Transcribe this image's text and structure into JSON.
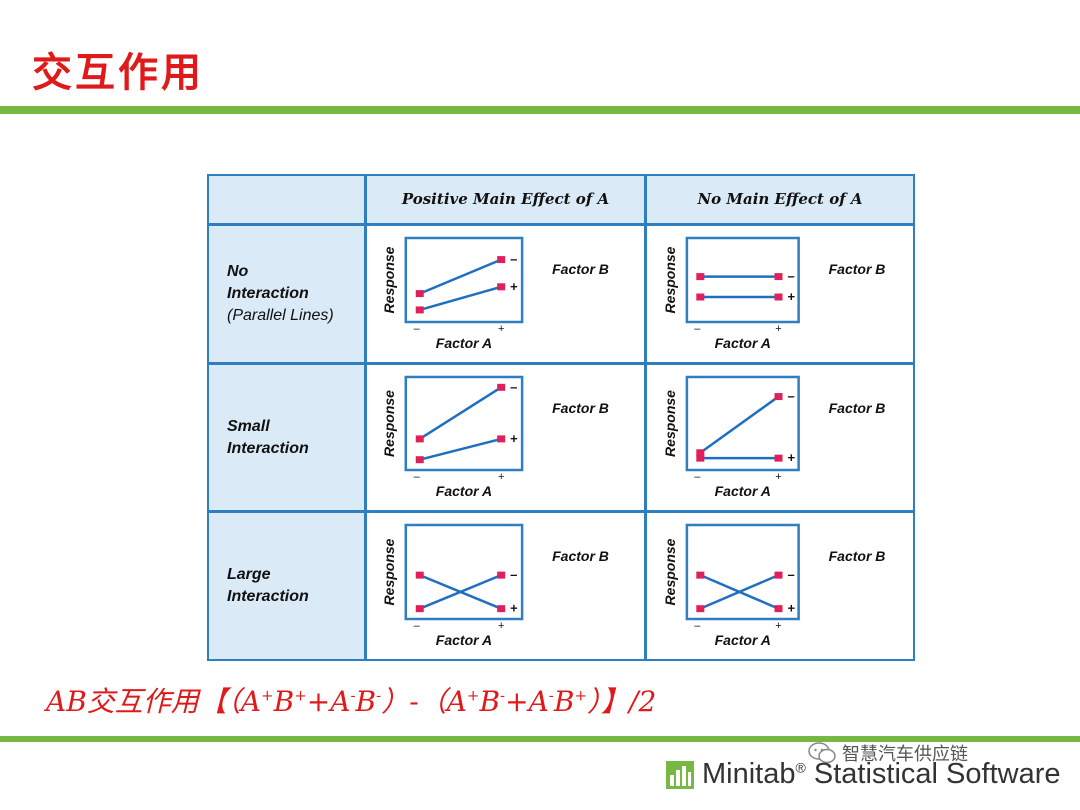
{
  "title": "交互作用",
  "table": {
    "columns": [
      "Positive Main Effect of A",
      "No Main Effect of A"
    ],
    "rows": [
      {
        "label_lines": [
          "No",
          "Interaction"
        ],
        "sub": "(Parallel Lines)"
      },
      {
        "label_lines": [
          "Small",
          "Interaction"
        ],
        "sub": ""
      },
      {
        "label_lines": [
          "Large",
          "Interaction"
        ],
        "sub": ""
      }
    ],
    "y_axis_title": "Response",
    "x_axis_title": "Factor A",
    "legend_title": "Factor B",
    "tick_minus": "–",
    "tick_plus": "+",
    "plots": [
      [
        {
          "minus_line": [
            0.3,
            0.8
          ],
          "plus_line": [
            0.06,
            0.4
          ]
        },
        {
          "minus_line": [
            0.55,
            0.55
          ],
          "plus_line": [
            0.25,
            0.25
          ]
        }
      ],
      [
        {
          "minus_line": [
            0.3,
            0.97
          ],
          "plus_line": [
            0.03,
            0.3
          ]
        },
        {
          "minus_line": [
            0.12,
            0.85
          ],
          "plus_line": [
            0.05,
            0.05
          ]
        }
      ],
      [
        {
          "minus_line": [
            0.03,
            0.46
          ],
          "plus_line": [
            0.46,
            0.03
          ]
        },
        {
          "minus_line": [
            0.03,
            0.46
          ],
          "plus_line": [
            0.46,
            0.03
          ]
        }
      ]
    ]
  },
  "formula": {
    "prefix": "AB交互作用【（A",
    "sup1": "+",
    "t1": "B",
    "sup2": "+",
    "t2": "+A",
    "sup3": "-",
    "t3": "B",
    "sup4": "-",
    "t4": "）-（A",
    "sup5": "+",
    "t5": "B",
    "sup6": "-",
    "t6": "+A",
    "sup7": "-",
    "t7": "B",
    "sup8": "+",
    "t8": "）】/2"
  },
  "watermark": "智慧汽车供应链",
  "brand": {
    "name": "Minitab",
    "reg": "®",
    "rest": " Statistical Software"
  },
  "colors": {
    "accent_green": "#77b842",
    "title_red": "#e01a1a",
    "grid_blue": "#2f7fc0",
    "line_blue": "#1f6fc0",
    "dot_pink": "#e0205a"
  }
}
